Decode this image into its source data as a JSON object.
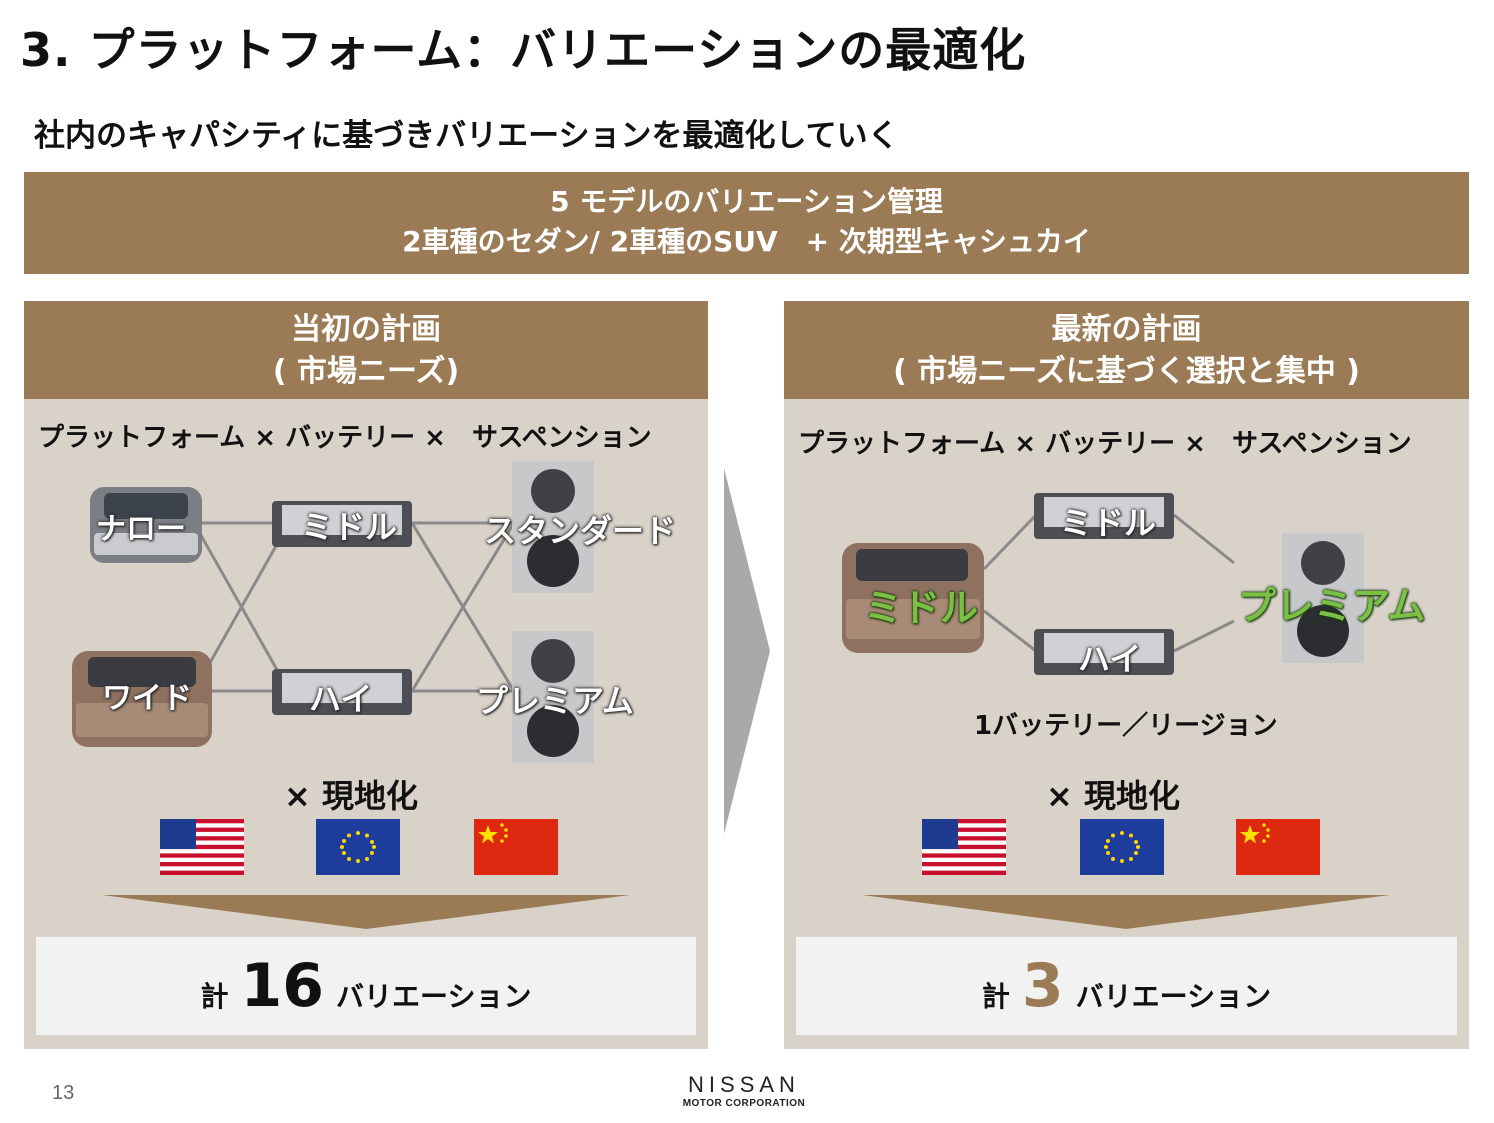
{
  "title": "3. プラットフォーム：バリエーションの最適化",
  "subtitle": "社内のキャパシティに基づきバリエーションを最適化していく",
  "banner": {
    "line1": "5 モデルのバリエーション管理",
    "line2": "2車種のセダン/ 2車種のSUV　+ 次期型キャシュカイ"
  },
  "left": {
    "heading1": "当初の計画",
    "heading2": "( 市場ニーズ)",
    "axis": "プラットフォーム × バッテリー ×　サスペンション",
    "platforms": [
      "ナロー",
      "ワイド"
    ],
    "batteries": [
      "ミドル",
      "ハイ"
    ],
    "suspensions": [
      "スタンダード",
      "プレミアム"
    ],
    "localize": "× 現地化",
    "result_prefix": "計",
    "result_number": "16",
    "result_suffix": "バリエーション"
  },
  "right": {
    "heading1": "最新の計画",
    "heading2": "( 市場ニーズに基づく選択と集中 )",
    "axis": "プラットフォーム × バッテリー ×　サスペンション",
    "platform": "ミドル",
    "batteries": [
      "ミドル",
      "ハイ"
    ],
    "suspension": "プレミアム",
    "note": "1バッテリー／リージョン",
    "localize": "× 現地化",
    "result_prefix": "計",
    "result_number": "3",
    "result_suffix": "バリエーション"
  },
  "colors": {
    "brown": "#9b7b55",
    "panel": "#d9d2c9",
    "highlight_green": "#7ac143",
    "result_number_right": "#9b7b55"
  },
  "page_number": "13",
  "brand": {
    "name": "NISSAN",
    "tagline": "MOTOR CORPORATION"
  }
}
